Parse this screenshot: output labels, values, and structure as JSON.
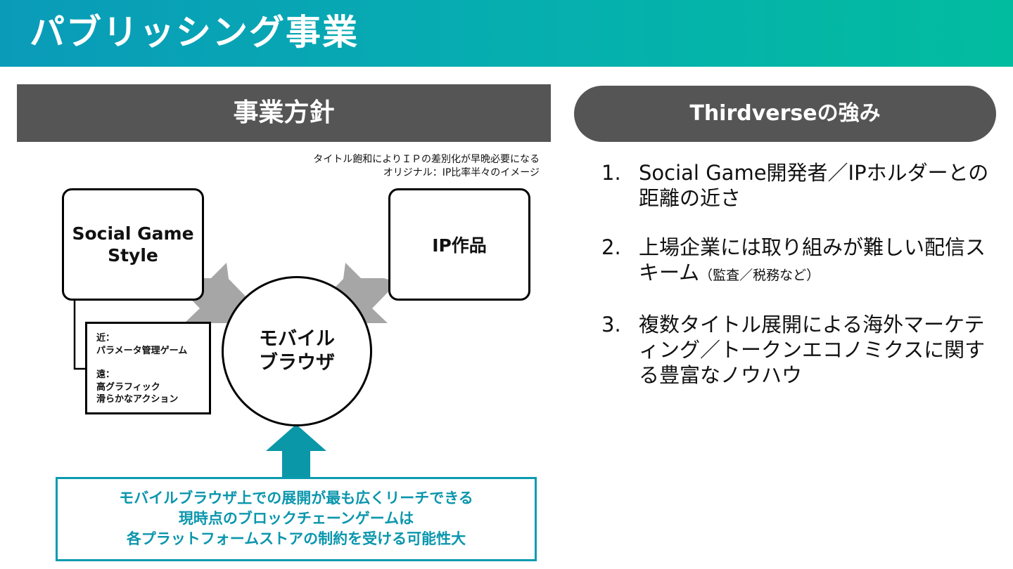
{
  "header": {
    "title": "パブリッシング事業"
  },
  "policy": {
    "heading": "事業方針",
    "note": [
      "タイトル飽和によりＩＰの差別化が早晩必要になる",
      "オリジナル：IP比率半々のイメージ"
    ],
    "social_box": {
      "line1": "Social Game",
      "line2": "Style"
    },
    "ip_box": {
      "label": "IP作品"
    },
    "center": {
      "line1": "モバイル",
      "line2": "ブラウザ"
    },
    "detail": {
      "near_label": "近：",
      "near_item": "パラメータ管理ゲーム",
      "far_label": "遠：",
      "far_items": [
        "高グラフィック",
        "滑らかなアクション"
      ]
    },
    "bottom_text": [
      "モバイルブラウザ上での展開が最も広くリーチできる",
      "現時点のブロックチェーンゲームは",
      "各プラットフォームストアの制約を受ける可能性大"
    ]
  },
  "strengths": {
    "heading": "Thirdverseの強み",
    "items": [
      {
        "num": "1.",
        "text": "Social Game開発者／IPホルダーとの距離の近さ",
        "sub": ""
      },
      {
        "num": "2.",
        "text": "上場企業には取り組みが難しい配信スキーム",
        "sub": "（監査／税務など）"
      },
      {
        "num": "3.",
        "text": "複数タイトル展開による海外マーケティング／トークンエコノミクスに関する豊富なノウハウ",
        "sub": ""
      }
    ]
  },
  "colors": {
    "header_gradient_start": "#0a9bb9",
    "header_gradient_end": "#02bc9f",
    "heading_bar": "#555555",
    "accent_teal": "#0a9bb0",
    "arrow_gray": "#a6a6a6",
    "arrow_teal": "#0a97a8"
  }
}
